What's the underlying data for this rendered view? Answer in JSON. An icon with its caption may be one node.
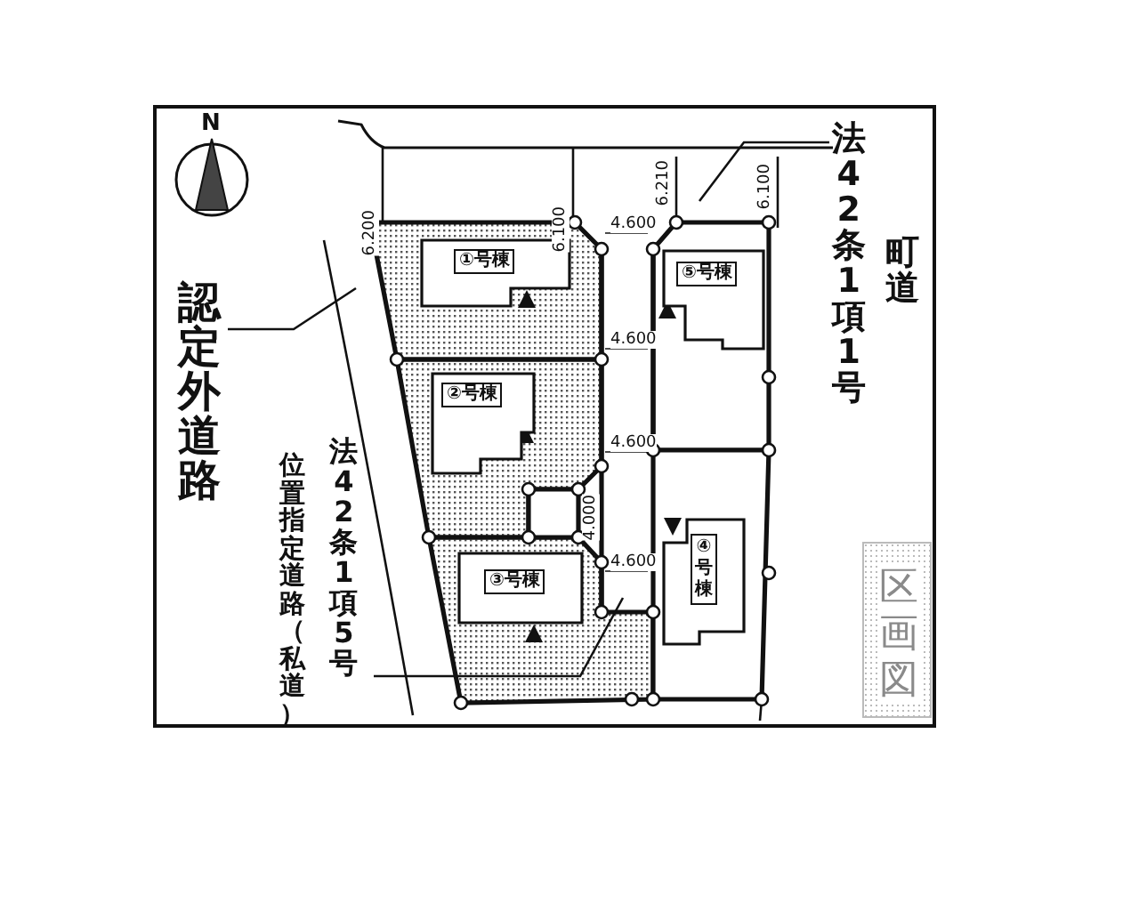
{
  "diagram": {
    "nodes": [
      {
        "text": [
          "認定外道路"
        ]
      },
      {
        "text": [
          "法42条1項1号",
          "町道"
        ]
      },
      {
        "text": [
          "①号棟"
        ]
      },
      {
        "text": [
          "⑤号棟"
        ]
      },
      {
        "text": [
          "②号棟"
        ]
      },
      {
        "text": [
          "位置指定道路（私道）",
          "法42条1項5号"
        ]
      },
      {
        "text": [
          "③号棟"
        ]
      },
      {
        "text": [
          "④号棟"
        ]
      }
    ],
    "edges": [
      {
        "from": 0,
        "to": null,
        "arrow": "none"
      },
      {
        "from": 1,
        "to": null,
        "arrow": "none"
      },
      {
        "from": 5,
        "to": null,
        "arrow": "none"
      }
    ],
    "labels": [
      "N",
      "6.200",
      "6.100",
      "6.210",
      "6.100",
      "4.600",
      "4.600",
      "4.600",
      "4.000",
      "4.600",
      "区画図"
    ]
  }
}
